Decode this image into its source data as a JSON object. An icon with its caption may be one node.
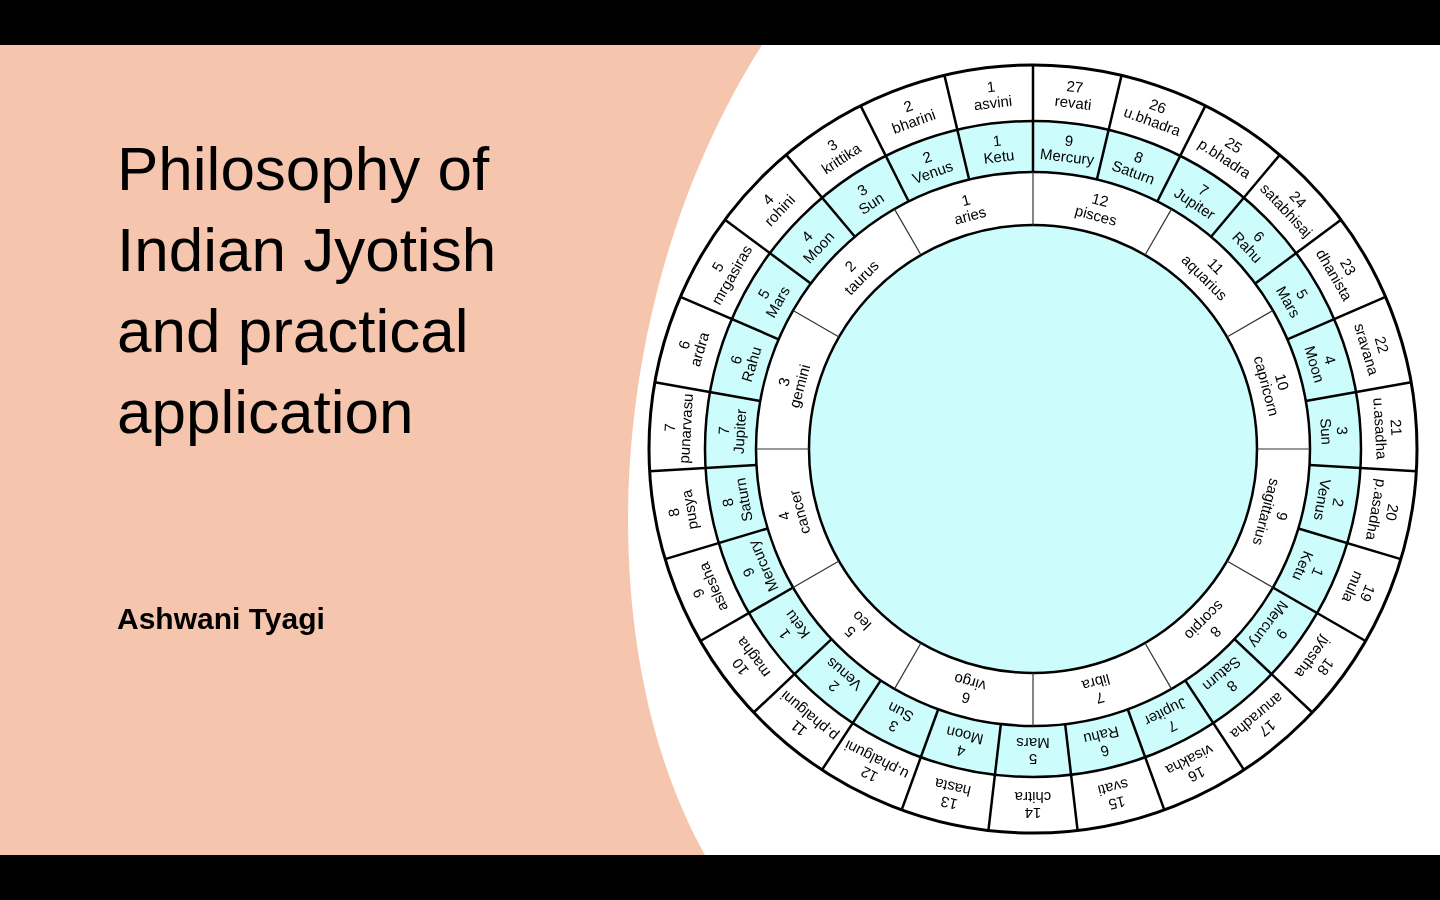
{
  "diagram": {
    "title": "Philosophy of Indian Jyotish and practical application",
    "nodes": [
      {
        "text": [
          "1",
          "asvini"
        ]
      },
      {
        "text": [
          "2",
          "bharini"
        ]
      },
      {
        "text": [
          "3",
          "krittika"
        ]
      },
      {
        "text": [
          "4",
          "rohini"
        ]
      },
      {
        "text": [
          "5",
          "mrgasiras"
        ]
      },
      {
        "text": [
          "6",
          "ardra"
        ]
      },
      {
        "text": [
          "7",
          "punarvasu"
        ]
      },
      {
        "text": [
          "8",
          "pusya"
        ]
      },
      {
        "text": [
          "9",
          "aslesha"
        ]
      },
      {
        "text": [
          "10",
          "magha"
        ]
      },
      {
        "text": [
          "11",
          "p.phalguni"
        ]
      },
      {
        "text": [
          "12",
          "u.phalguni"
        ]
      },
      {
        "text": [
          "13",
          "hasta"
        ]
      },
      {
        "text": [
          "14",
          "chitra"
        ]
      },
      {
        "text": [
          "15",
          "svati"
        ]
      },
      {
        "text": [
          "16",
          "visakha"
        ]
      },
      {
        "text": [
          "17",
          "anuradha"
        ]
      },
      {
        "text": [
          "18",
          "jyestha"
        ]
      },
      {
        "text": [
          "19",
          "mula"
        ]
      },
      {
        "text": [
          "20",
          "p.asadha"
        ]
      },
      {
        "text": [
          "21",
          "u.asadha"
        ]
      },
      {
        "text": [
          "22",
          "sravana"
        ]
      },
      {
        "text": [
          "23",
          "dhanista"
        ]
      },
      {
        "text": [
          "24",
          "satabhisaj"
        ]
      },
      {
        "text": [
          "25",
          "p.bhadra"
        ]
      },
      {
        "text": [
          "26",
          "u.bhadra"
        ]
      },
      {
        "text": [
          "27",
          "revati"
        ]
      },
      {
        "text": [
          "1",
          "Ketu"
        ]
      },
      {
        "text": [
          "2",
          "Venus"
        ]
      },
      {
        "text": [
          "3",
          "Sun"
        ]
      },
      {
        "text": [
          "4",
          "Moon"
        ]
      },
      {
        "text": [
          "5",
          "Mars"
        ]
      },
      {
        "text": [
          "6",
          "Rahu"
        ]
      },
      {
        "text": [
          "7",
          "Jupiter"
        ]
      },
      {
        "text": [
          "8",
          "Saturn"
        ]
      },
      {
        "text": [
          "9",
          "Mercury"
        ]
      },
      {
        "text": [
          "1",
          "Ketu"
        ]
      },
      {
        "text": [
          "2",
          "Venus"
        ]
      },
      {
        "text": [
          "3",
          "Sun"
        ]
      },
      {
        "text": [
          "4",
          "Moon"
        ]
      },
      {
        "text": [
          "5",
          "Mars"
        ]
      },
      {
        "text": [
          "6",
          "Rahu"
        ]
      },
      {
        "text": [
          "7",
          "Jupiter"
        ]
      },
      {
        "text": [
          "8",
          "Saturn"
        ]
      },
      {
        "text": [
          "9",
          "Mercury"
        ]
      },
      {
        "text": [
          "1",
          "Ketu"
        ]
      },
      {
        "text": [
          "2",
          "Venus"
        ]
      },
      {
        "text": [
          "3",
          "Sun"
        ]
      },
      {
        "text": [
          "4",
          "Moon"
        ]
      },
      {
        "text": [
          "5",
          "Mars"
        ]
      },
      {
        "text": [
          "6",
          "Rahu"
        ]
      },
      {
        "text": [
          "7",
          "Jupiter"
        ]
      },
      {
        "text": [
          "8",
          "Saturn"
        ]
      },
      {
        "text": [
          "9",
          "Mercury"
        ]
      },
      {
        "text": [
          "1",
          "aries"
        ]
      },
      {
        "text": [
          "2",
          "taurus"
        ]
      },
      {
        "text": [
          "3",
          "gemini"
        ]
      },
      {
        "text": [
          "4",
          "cancer"
        ]
      },
      {
        "text": [
          "5",
          "leo"
        ]
      },
      {
        "text": [
          "6",
          "virgo"
        ]
      },
      {
        "text": [
          "7",
          "libra"
        ]
      },
      {
        "text": [
          "8",
          "scorpio"
        ]
      },
      {
        "text": [
          "9",
          "sagittarius"
        ]
      },
      {
        "text": [
          "10",
          "capricorn"
        ]
      },
      {
        "text": [
          "11",
          "aquarius"
        ]
      },
      {
        "text": [
          "12",
          "pisces"
        ]
      }
    ],
    "labels": [
      "Ashwani Tyagi"
    ]
  }
}
